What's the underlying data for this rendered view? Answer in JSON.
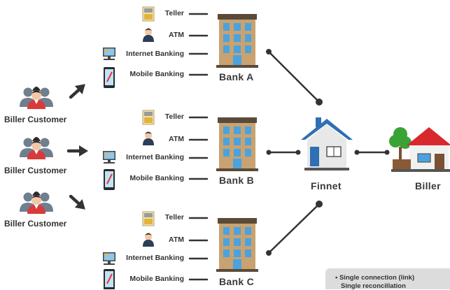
{
  "customers": {
    "label1": "Biller Customer",
    "label2": "Biller Customer",
    "label3": "Biller Customer"
  },
  "channels": {
    "teller": "Teller",
    "atm": "ATM",
    "internet": "Internet Banking",
    "mobile": "Mobile Banking"
  },
  "banks": {
    "a": "Bank A",
    "b": "Bank B",
    "c": "Bank C"
  },
  "hub": "Finnet",
  "biller": "Biller",
  "notes": [
    "• Single connection (link)",
    "Single reconcillation"
  ],
  "colors": {
    "building": "#c8a271",
    "roof": "#5b4a3a",
    "window": "#4aa3df",
    "house_roof_blue": "#2f6fb3",
    "house_roof_red": "#d8282d",
    "tree": "#3aa335",
    "customer_red": "#d93a3a",
    "arrow": "#333333"
  },
  "icons": [
    "teller-icon",
    "atm-icon",
    "internet-banking-icon",
    "mobile-banking-icon",
    "bank-building-icon",
    "house-icon",
    "customer-group-icon",
    "arrow-icon"
  ]
}
